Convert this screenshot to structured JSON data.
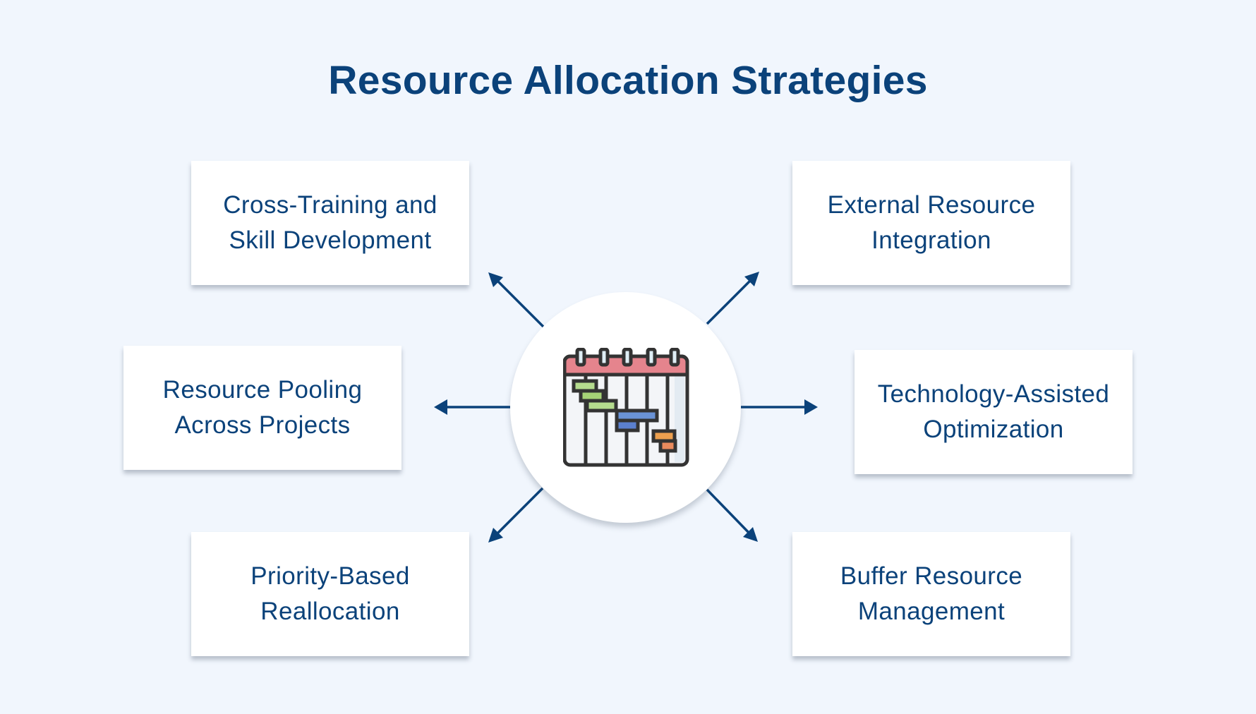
{
  "title": "Resource Allocation Strategies",
  "colors": {
    "background": "#f1f6fd",
    "text": "#0b427a",
    "arrow": "#0b427a",
    "card": "#ffffff"
  },
  "hub": {
    "icon": "gantt-calendar-icon"
  },
  "strategies": [
    {
      "id": "cross-training",
      "line1": "Cross-Training and",
      "line2": "Skill Development",
      "position": "top-left"
    },
    {
      "id": "resource-pooling",
      "line1": "Resource Pooling",
      "line2": "Across Projects",
      "position": "middle-left"
    },
    {
      "id": "priority-based",
      "line1": "Priority-Based",
      "line2": "Reallocation",
      "position": "bottom-left"
    },
    {
      "id": "external-resource",
      "line1": "External Resource",
      "line2": "Integration",
      "position": "top-right"
    },
    {
      "id": "technology-assisted",
      "line1": "Technology-Assisted",
      "line2": "Optimization",
      "position": "middle-right"
    },
    {
      "id": "buffer-resource",
      "line1": "Buffer Resource",
      "line2": "Management",
      "position": "bottom-right"
    }
  ]
}
